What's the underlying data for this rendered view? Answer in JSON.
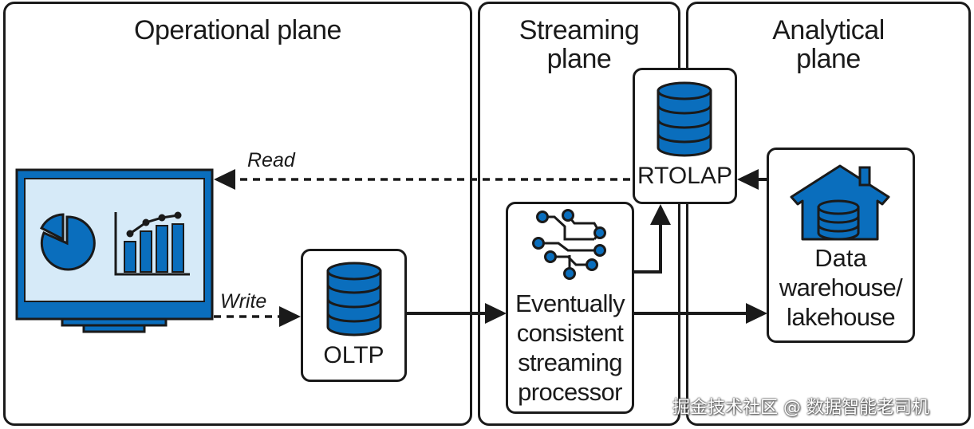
{
  "colors": {
    "accent": "#0A6EBD",
    "accent_light": "#D6EAF8",
    "stroke": "#1a1a1a"
  },
  "planes": {
    "operational": {
      "title": "Operational plane"
    },
    "streaming": {
      "title_line1": "Streaming",
      "title_line2": "plane"
    },
    "analytical": {
      "title_line1": "Analytical",
      "title_line2": "plane"
    }
  },
  "nodes": {
    "dashboard": {
      "icon": "monitor-dashboard-icon"
    },
    "oltp": {
      "label": "OLTP",
      "icon": "database-icon"
    },
    "processor": {
      "label_lines": [
        "Eventually",
        "consistent",
        "streaming",
        "processor"
      ],
      "icon": "neural-network-icon"
    },
    "rtolap": {
      "label": "RTOLAP",
      "icon": "database-icon"
    },
    "warehouse": {
      "label_lines": [
        "Data",
        "warehouse/",
        "lakehouse"
      ],
      "icon": "house-database-icon"
    }
  },
  "edges": {
    "read": {
      "label": "Read"
    },
    "write": {
      "label": "Write"
    }
  },
  "watermark": {
    "text": "掘金技术社区 @ 数据智能老司机"
  }
}
